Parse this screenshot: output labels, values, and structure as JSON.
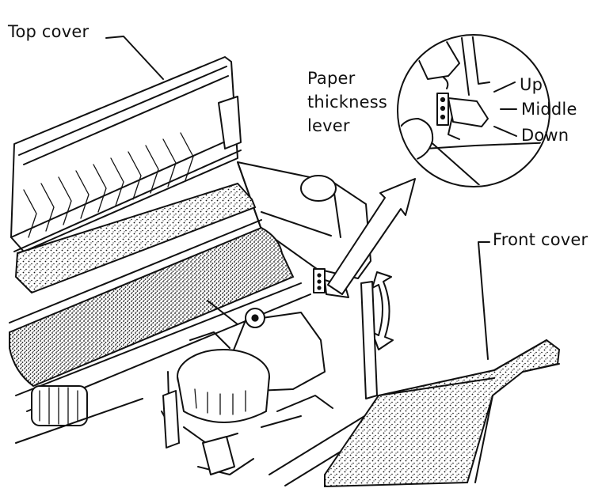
{
  "labels": {
    "top_cover": "Top cover",
    "paper_thickness_line1": "Paper",
    "paper_thickness_line2": "thickness",
    "paper_thickness_line3": "lever",
    "up": "Up",
    "middle": "Middle",
    "down": "Down",
    "front_cover": "Front cover"
  },
  "colors": {
    "ink": "#111111",
    "paper": "#ffffff"
  }
}
